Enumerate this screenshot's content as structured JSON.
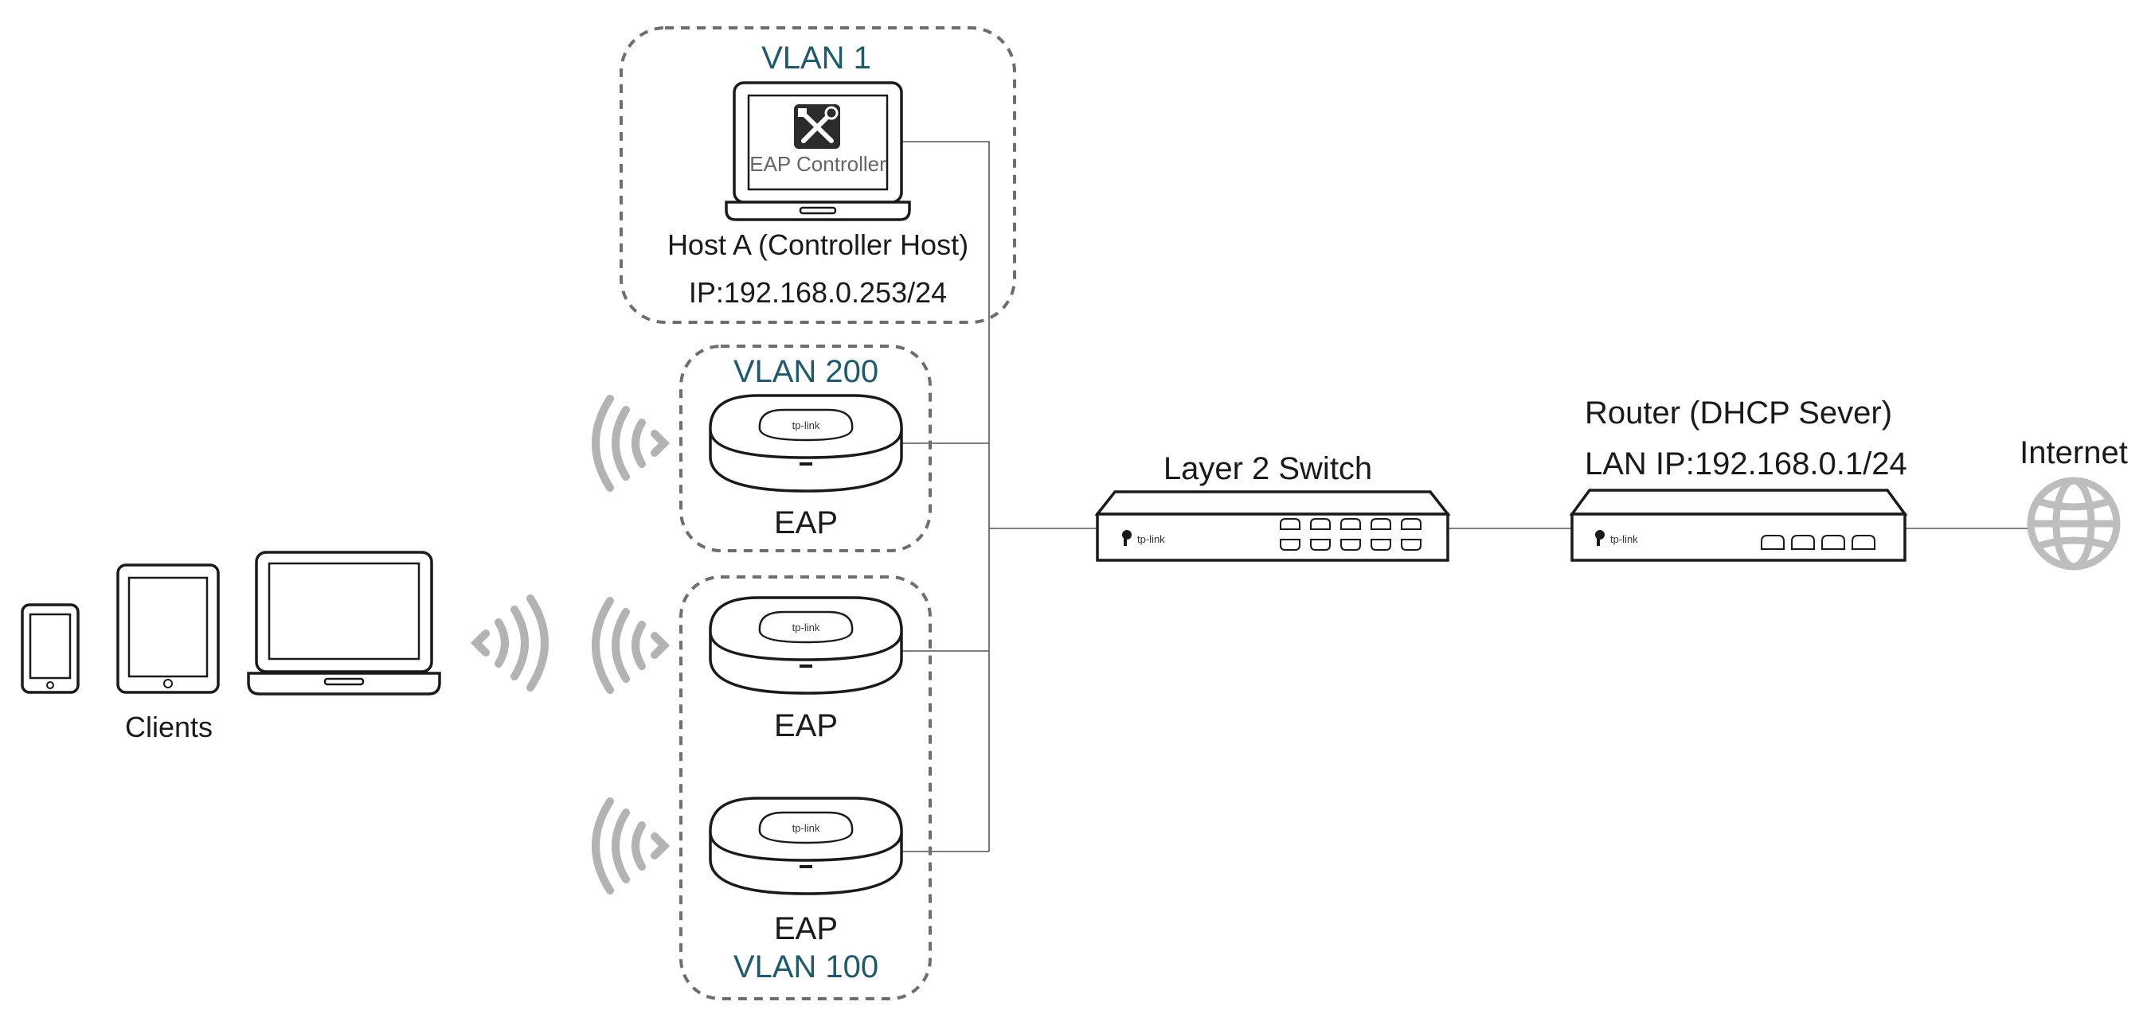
{
  "vlans": {
    "vlan1": "VLAN 1",
    "vlan200": "VLAN 200",
    "vlan100": "VLAN 100"
  },
  "controller_host": {
    "app_label": "EAP Controller",
    "name": "Host A (Controller Host)",
    "ip": "IP:192.168.0.253/24",
    "icon": "tools-icon"
  },
  "eaps": [
    {
      "label": "EAP",
      "brand": "tp-link"
    },
    {
      "label": "EAP",
      "brand": "tp-link"
    },
    {
      "label": "EAP",
      "brand": "tp-link"
    }
  ],
  "clients": {
    "label": "Clients",
    "devices": [
      "phone-icon",
      "tablet-icon",
      "laptop-icon"
    ]
  },
  "switch": {
    "label": "Layer 2 Switch",
    "brand": "tp-link"
  },
  "router": {
    "title": "Router (DHCP Sever)",
    "ip": "LAN IP:192.168.0.1/24",
    "brand": "tp-link"
  },
  "internet": {
    "label": "Internet",
    "icon": "globe-icon"
  },
  "colors": {
    "vlan_text": "#1d5a70",
    "dash_border": "#6e6e6e",
    "wifi_waves": "#b3b3b3",
    "globe": "#bdbdbd"
  }
}
